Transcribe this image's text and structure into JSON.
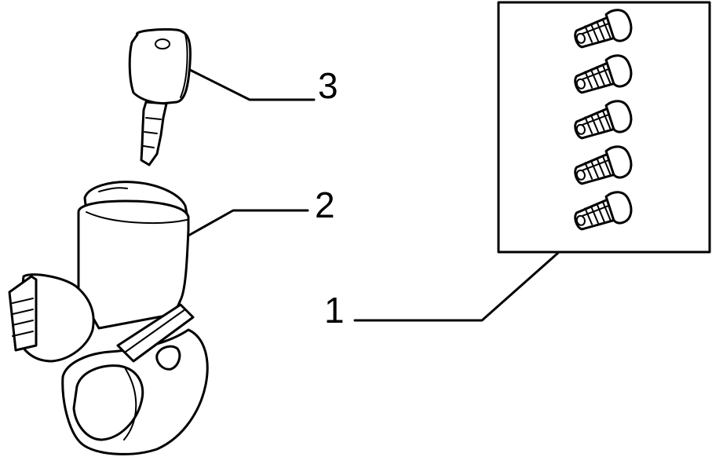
{
  "callouts": [
    {
      "id": "1",
      "label": "1"
    },
    {
      "id": "2",
      "label": "2"
    },
    {
      "id": "3",
      "label": "3"
    }
  ],
  "inset": {
    "item_count": 5
  },
  "colors": {
    "ink": "#000000",
    "background": "#ffffff"
  }
}
